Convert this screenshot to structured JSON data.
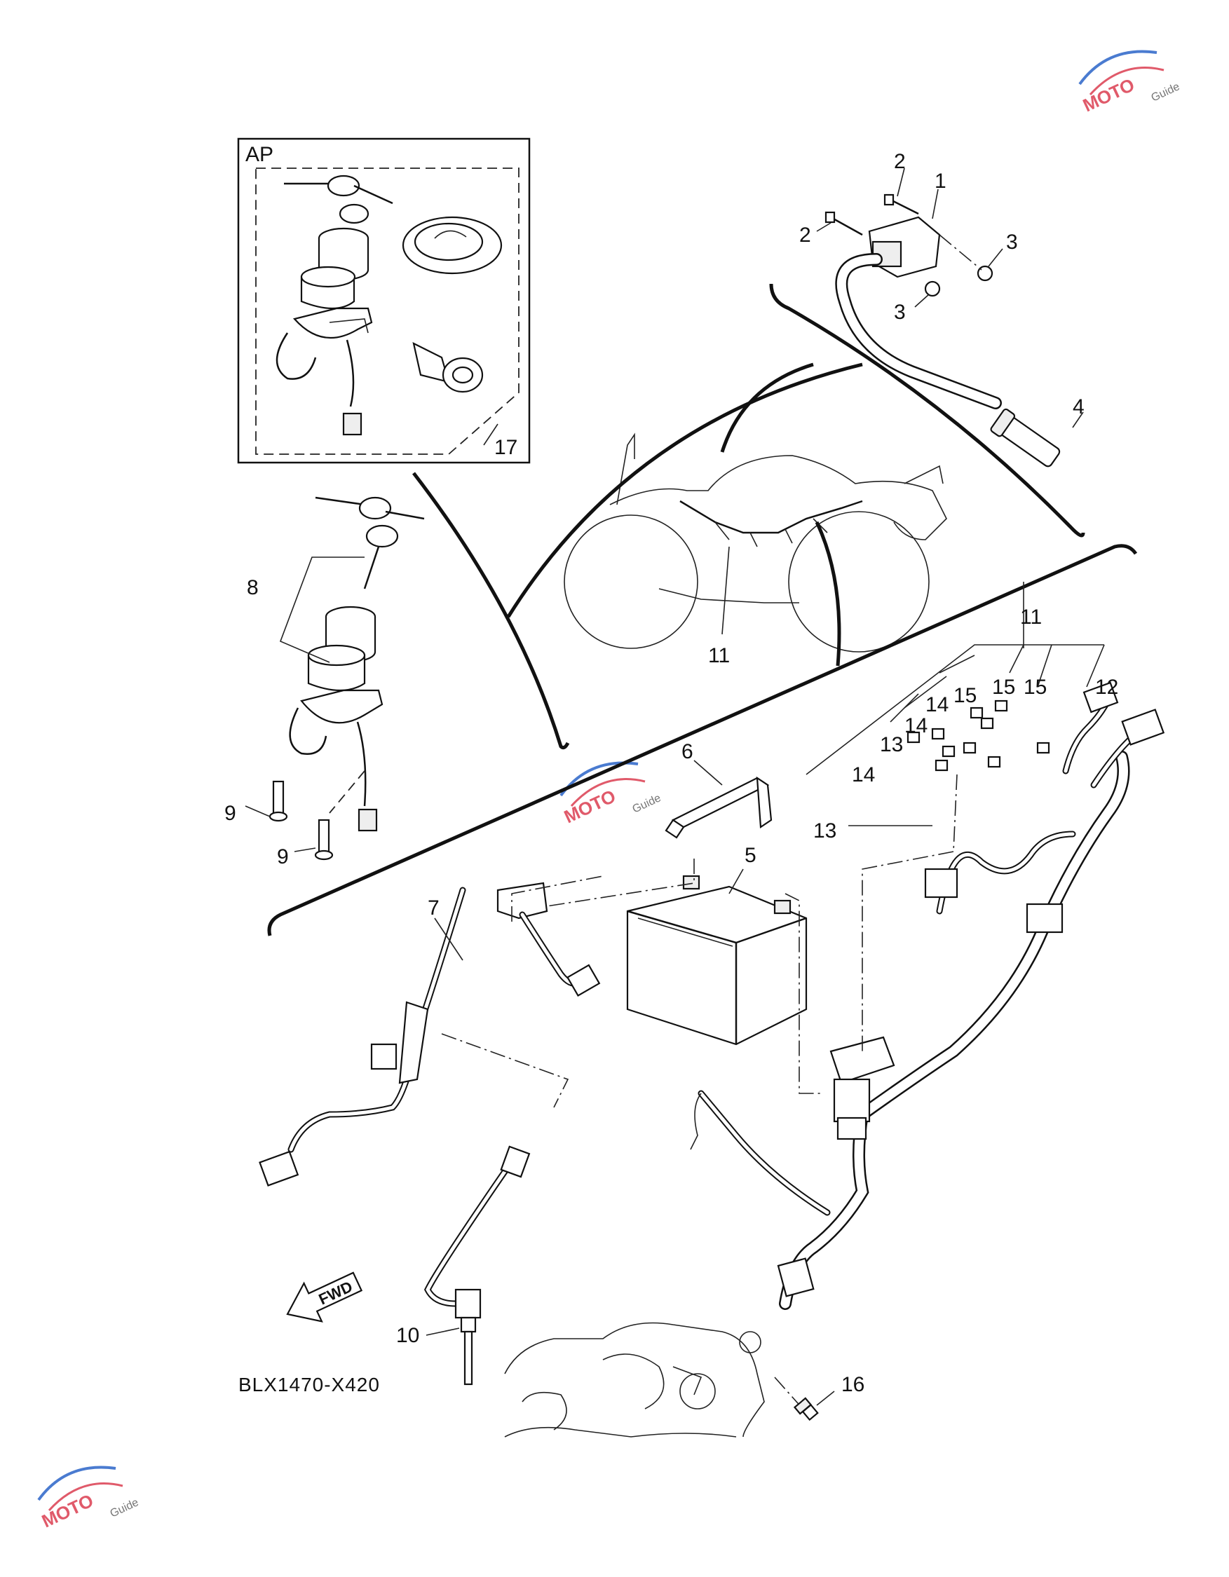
{
  "figure": {
    "code": "BLX1470-X420",
    "fwd_arrow": "FWD",
    "inset_label": "AP"
  },
  "callouts": {
    "c1": "1",
    "c2a": "2",
    "c2b": "2",
    "c3a": "3",
    "c3b": "3",
    "c4": "4",
    "c5": "5",
    "c6": "6",
    "c7": "7",
    "c8": "8",
    "c9a": "9",
    "c9b": "9",
    "c10": "10",
    "c11a": "11",
    "c11b": "11",
    "c12": "12",
    "c13a": "13",
    "c13b": "13",
    "c14a": "14",
    "c14b": "14",
    "c14c": "14",
    "c15a": "15",
    "c15b": "15",
    "c15c": "15",
    "c16": "16",
    "c17": "17"
  },
  "watermark": {
    "logo_text": "MOTO",
    "sub_text": "Guide",
    "color_primary": "#e05a6a",
    "color_secondary": "#4a7bd0"
  },
  "colors": {
    "line": "#111111",
    "background": "#ffffff"
  }
}
